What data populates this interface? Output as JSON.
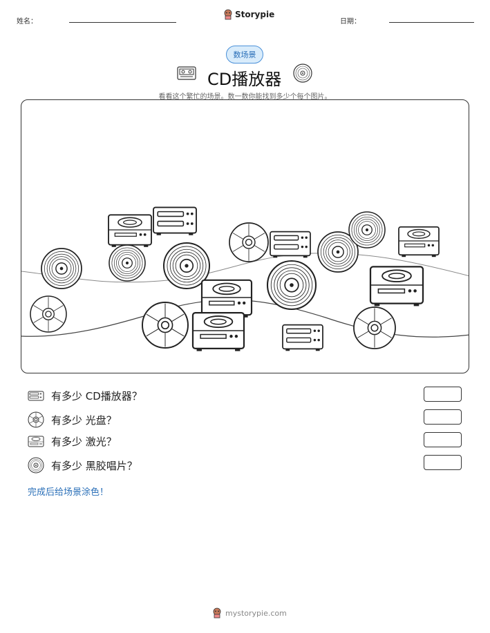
{
  "header": {
    "name_label": "姓名：",
    "date_label": "日期：",
    "brand": "Storypie"
  },
  "badge": "数场景",
  "title": "CD播放器",
  "subtitle": "看看这个繁忙的场景。数一数你能找到多少个每个图片。",
  "questions": [
    {
      "icon": "cd-player-icon",
      "text": "有多少 CD播放器？"
    },
    {
      "icon": "cd-disc-icon",
      "text": "有多少 光盘？"
    },
    {
      "icon": "laser-player-icon",
      "text": "有多少 激光？"
    },
    {
      "icon": "vinyl-record-icon",
      "text": "有多少 黑胶唱片？"
    }
  ],
  "finish_text": "完成后给场景涂色！",
  "footer": "mystorypie.com",
  "colors": {
    "accent": "#2a6fb8",
    "badge_bg": "#d9ecfb"
  }
}
